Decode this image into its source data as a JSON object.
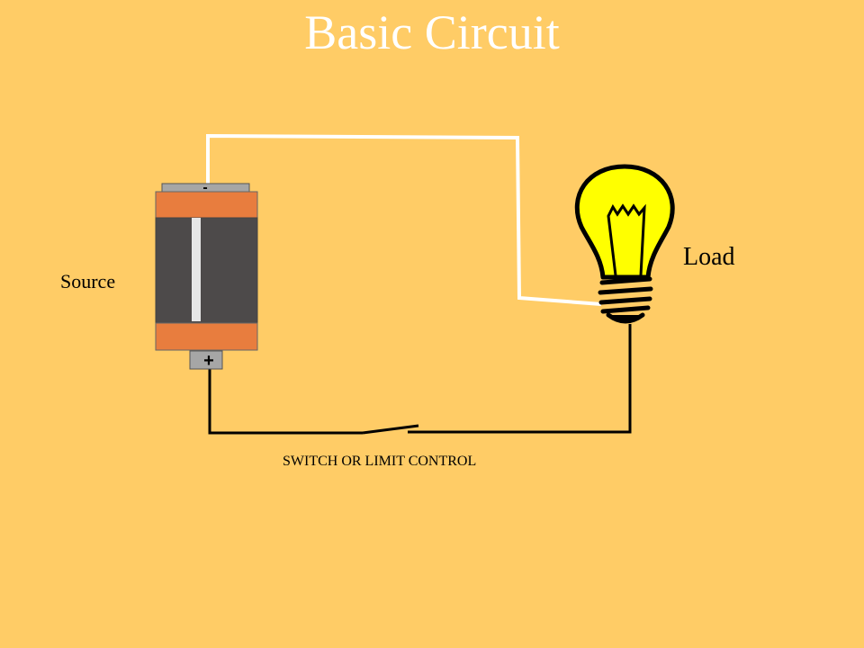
{
  "title": "Basic Circuit",
  "labels": {
    "source": "Source",
    "load": "Load",
    "switch": "SWITCH OR LIMIT CONTROL"
  },
  "battery": {
    "negative_symbol": "-",
    "positive_symbol": "+"
  },
  "colors": {
    "background": "#FFCC66",
    "title": "#FFFFFF",
    "wire_top": "#FFFFFF",
    "wire_bottom": "#000000",
    "battery_band": "#E87D3E",
    "battery_body": "#4D4A4A",
    "battery_terminal": "#A6A6A6",
    "bulb_glass": "#FFFF00"
  }
}
